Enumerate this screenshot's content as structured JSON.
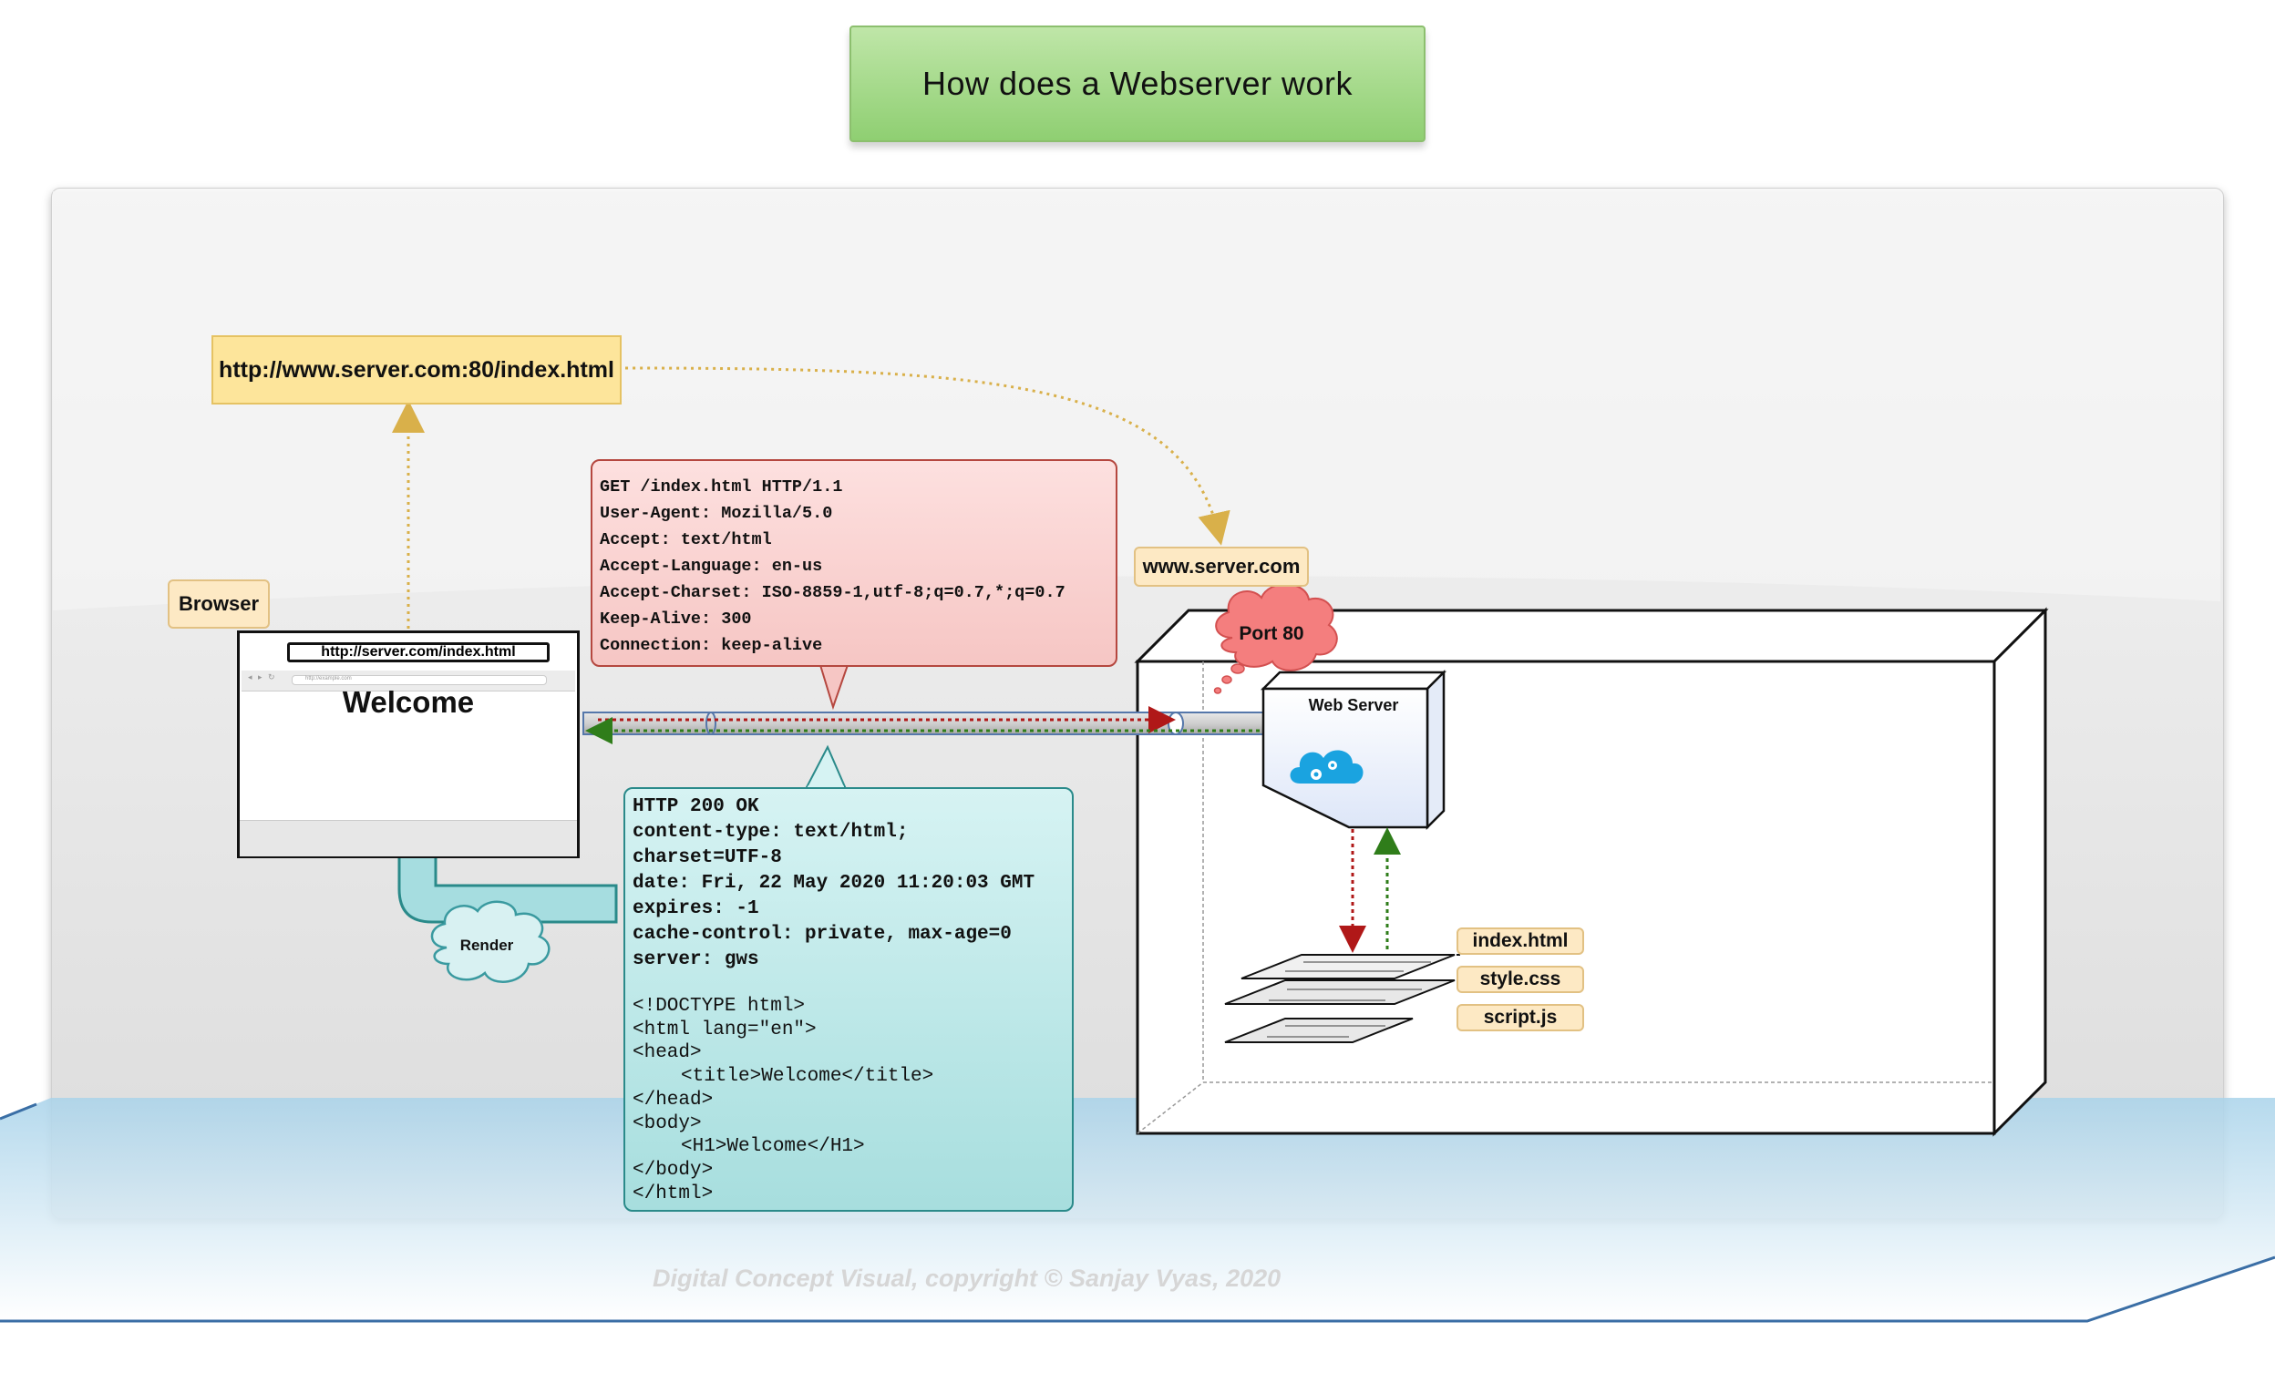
{
  "title": "How does a Webserver work",
  "url": "http://www.server.com:80/index.html",
  "browser": {
    "label": "Browser",
    "address": "http://server.com/index.html",
    "mini_address": "http://example.com",
    "content": "Welcome"
  },
  "request_lines": [
    "GET /index.html HTTP/1.1",
    "User-Agent: Mozilla/5.0",
    "Accept: text/html",
    "Accept-Language: en-us",
    "Accept-Charset: ISO-8859-1,utf-8;q=0.7,*;q=0.7",
    "Keep-Alive: 300",
    "Connection: keep-alive"
  ],
  "response_headers": [
    "HTTP 200 OK",
    "content-type: text/html;",
    "charset=UTF-8",
    "date: Fri, 22 May 2020 11:20:03 GMT",
    "expires: -1",
    "cache-control: private, max-age=0",
    "server: gws"
  ],
  "response_body": [
    "<!DOCTYPE html>",
    "<html lang=\"en\">",
    "<head>",
    "<title>Welcome</title>",
    "</head>",
    "<body>",
    "<H1>Welcome</H1>",
    "</body>",
    "</html>"
  ],
  "server": {
    "hostname": "www.server.com",
    "port": "Port 80",
    "webserver_label": "Web Server",
    "files": [
      "index.html",
      "style.css",
      "script.js"
    ]
  },
  "render_label": "Render",
  "copyright": "Digital Concept Visual, copyright © Sanjay Vyas, 2020",
  "colors": {
    "title_bg": "#9fd884",
    "request_bg": "#f9d3d1",
    "response_bg": "#b8e4e4",
    "tag_bg": "#fde9c4",
    "request_arrow": "#b01818",
    "response_arrow": "#2f7d1a",
    "url_arrow": "#d9b04a"
  }
}
